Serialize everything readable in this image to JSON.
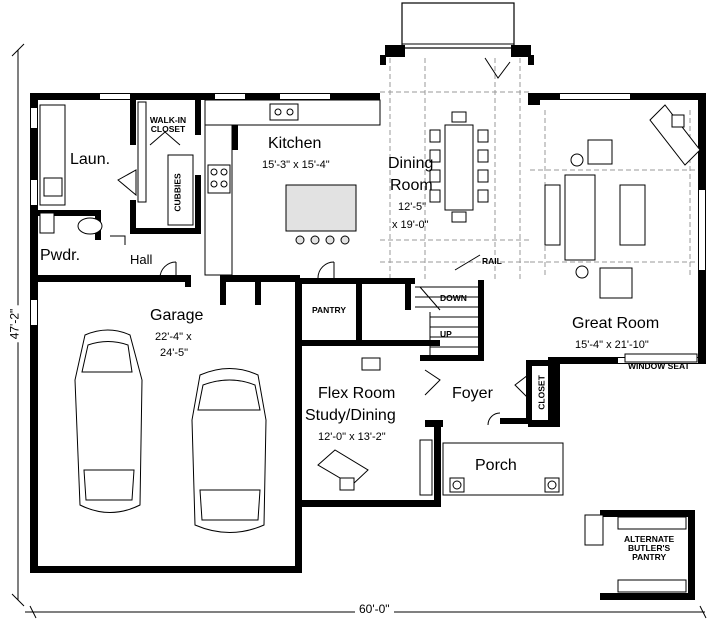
{
  "overall": {
    "width_label": "60'-0\"",
    "depth_label": "47'-2\""
  },
  "rooms": {
    "laundry": {
      "name": "Laun."
    },
    "walkin": {
      "name": "WALK-IN\nCLOSET"
    },
    "cubbies": {
      "name": "CUBBIES"
    },
    "kitchen": {
      "name": "Kitchen",
      "dim": "15'-3\" x 15'-4\""
    },
    "dining": {
      "name1": "Dining",
      "name2": "Room",
      "dim1": "12'-5\"",
      "dim2": "x 19'-0\""
    },
    "great": {
      "name": "Great Room",
      "dim": "15'-4\" x 21'-10\""
    },
    "powder": {
      "name": "Pwdr."
    },
    "hall": {
      "name": "Hall"
    },
    "garage": {
      "name": "Garage",
      "dim1": "22'-4\" x",
      "dim2": "24'-5\""
    },
    "pantry": {
      "name": "PANTRY"
    },
    "down": {
      "name": "DOWN"
    },
    "up": {
      "name": "UP"
    },
    "rail": {
      "name": "RAIL"
    },
    "flex": {
      "name1": "Flex Room",
      "name2": "Study/Dining",
      "dim": "12'-0\" x 13'-2\""
    },
    "foyer": {
      "name": "Foyer"
    },
    "closet": {
      "name": "CLOSET"
    },
    "porch": {
      "name": "Porch"
    },
    "window_seat": {
      "name": "WINDOW SEAT"
    },
    "alt_pantry": {
      "name": "ALTERNATE\nBUTLER'S\nPANTRY"
    }
  }
}
